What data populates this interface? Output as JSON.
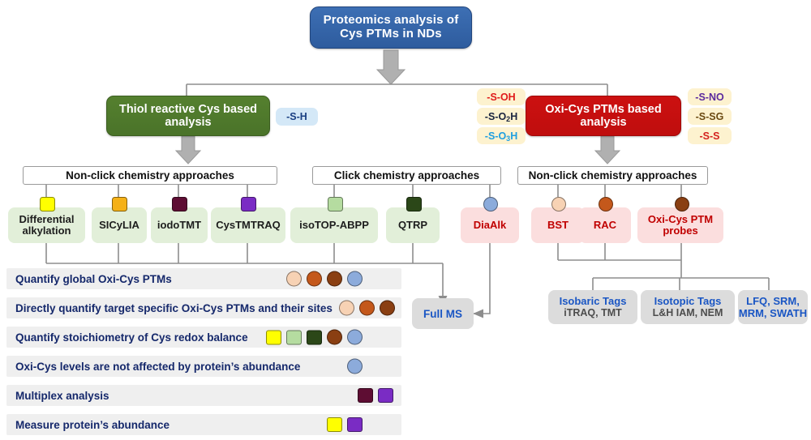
{
  "root": {
    "line1": "Proteomics analysis of",
    "line2": "Cys PTMs  in NDs"
  },
  "branches": {
    "left": {
      "line1": "Thiol reactive Cys based",
      "line2": "analysis"
    },
    "right": {
      "line1": "Oxi-Cys PTMs based",
      "line2": "analysis"
    }
  },
  "tags": {
    "left": [
      {
        "label": "-S-H",
        "color": "#1a3f82"
      }
    ],
    "mid": [
      {
        "label": "-S-OH",
        "color": "#e01b1b"
      },
      {
        "label": "-S-O2H",
        "color": "#18233f"
      },
      {
        "label": "-S-O3H",
        "color": "#1f9fe0"
      }
    ],
    "right": [
      {
        "label": "-S-NO",
        "color": "#5b2a9e"
      },
      {
        "label": "-S-SG",
        "color": "#6b4a12"
      },
      {
        "label": "-S-S",
        "color": "#d4211f"
      }
    ]
  },
  "approaches": [
    {
      "label": "Non-click chemistry approaches"
    },
    {
      "label": "Click chemistry approaches"
    },
    {
      "label": "Non-click chemistry approaches"
    }
  ],
  "methods": [
    {
      "label": "Differential alkylation",
      "style": "green",
      "marker": "square",
      "color": "#ffff00"
    },
    {
      "label": "SICyLIA",
      "style": "green",
      "marker": "square",
      "color": "#f5b117"
    },
    {
      "label": "iodoTMT",
      "style": "green",
      "marker": "square",
      "color": "#5e0d33"
    },
    {
      "label": "CysTMTRAQ",
      "style": "green",
      "marker": "square",
      "color": "#7a2cc4"
    },
    {
      "label": "isoTOP-ABPP",
      "style": "green",
      "marker": "square",
      "color": "#b5dca0"
    },
    {
      "label": "QTRP",
      "style": "green",
      "marker": "square",
      "color": "#2b4718"
    },
    {
      "label": "DiaAlk",
      "style": "pink",
      "marker": "circle",
      "color": "#8cabdb"
    },
    {
      "label": "BST",
      "style": "pink",
      "marker": "circle",
      "color": "#f7d2b4"
    },
    {
      "label": "RAC",
      "style": "pink",
      "marker": "circle",
      "color": "#c4581b"
    },
    {
      "label": "Oxi-Cys PTM probes",
      "style": "pink",
      "marker": "circle",
      "color": "#8a3f12"
    }
  ],
  "full_ms": {
    "label": "Full MS"
  },
  "ms_tech": [
    {
      "title": "Isobaric Tags",
      "sub": "iTRAQ, TMT"
    },
    {
      "title": "Isotopic Tags",
      "sub": "L&H IAM, NEM"
    },
    {
      "title": "LFQ, SRM,",
      "sub": "MRM, SWATH",
      "sub_blue": true
    }
  ],
  "features": [
    {
      "label": "Quantify global Oxi-Cys PTMs",
      "markers": [
        {
          "shape": "circle",
          "color": "#f7d2b4"
        },
        {
          "shape": "circle",
          "color": "#c4581b"
        },
        {
          "shape": "circle",
          "color": "#8a3f12"
        },
        {
          "shape": "circle",
          "color": "#8cabdb"
        }
      ]
    },
    {
      "label": "Directly quantify target specific Oxi-Cys PTMs and their sites",
      "markers": [
        {
          "shape": "circle",
          "color": "#f7d2b4"
        },
        {
          "shape": "circle",
          "color": "#c4581b"
        },
        {
          "shape": "circle",
          "color": "#8a3f12"
        }
      ]
    },
    {
      "label": "Quantify stoichiometry of Cys redox balance",
      "markers": [
        {
          "shape": "square",
          "color": "#ffff00"
        },
        {
          "shape": "square",
          "color": "#b5dca0"
        },
        {
          "shape": "square",
          "color": "#2b4718"
        },
        {
          "shape": "circle",
          "color": "#8a3f12"
        },
        {
          "shape": "circle",
          "color": "#8cabdb"
        }
      ]
    },
    {
      "label": "Oxi-Cys levels are not affected by protein’s abundance",
      "markers": [
        {
          "shape": "circle",
          "color": "#8cabdb"
        }
      ]
    },
    {
      "label": "Multiplex analysis",
      "markers": [
        {
          "shape": "square",
          "color": "#5e0d33"
        },
        {
          "shape": "square",
          "color": "#7a2cc4"
        }
      ]
    },
    {
      "label": "Measure protein’s abundance",
      "markers": [
        {
          "shape": "square",
          "color": "#ffff00"
        },
        {
          "shape": "square",
          "color": "#7a2cc4"
        }
      ]
    }
  ],
  "colors": {
    "root_blue": "#2e5c9e",
    "branch_green": "#4a7329",
    "branch_red": "#cc1111",
    "connector_grey": "#8d8d8d",
    "feature_bg": "#efefef",
    "ms_grey": "#dcdcdc"
  }
}
